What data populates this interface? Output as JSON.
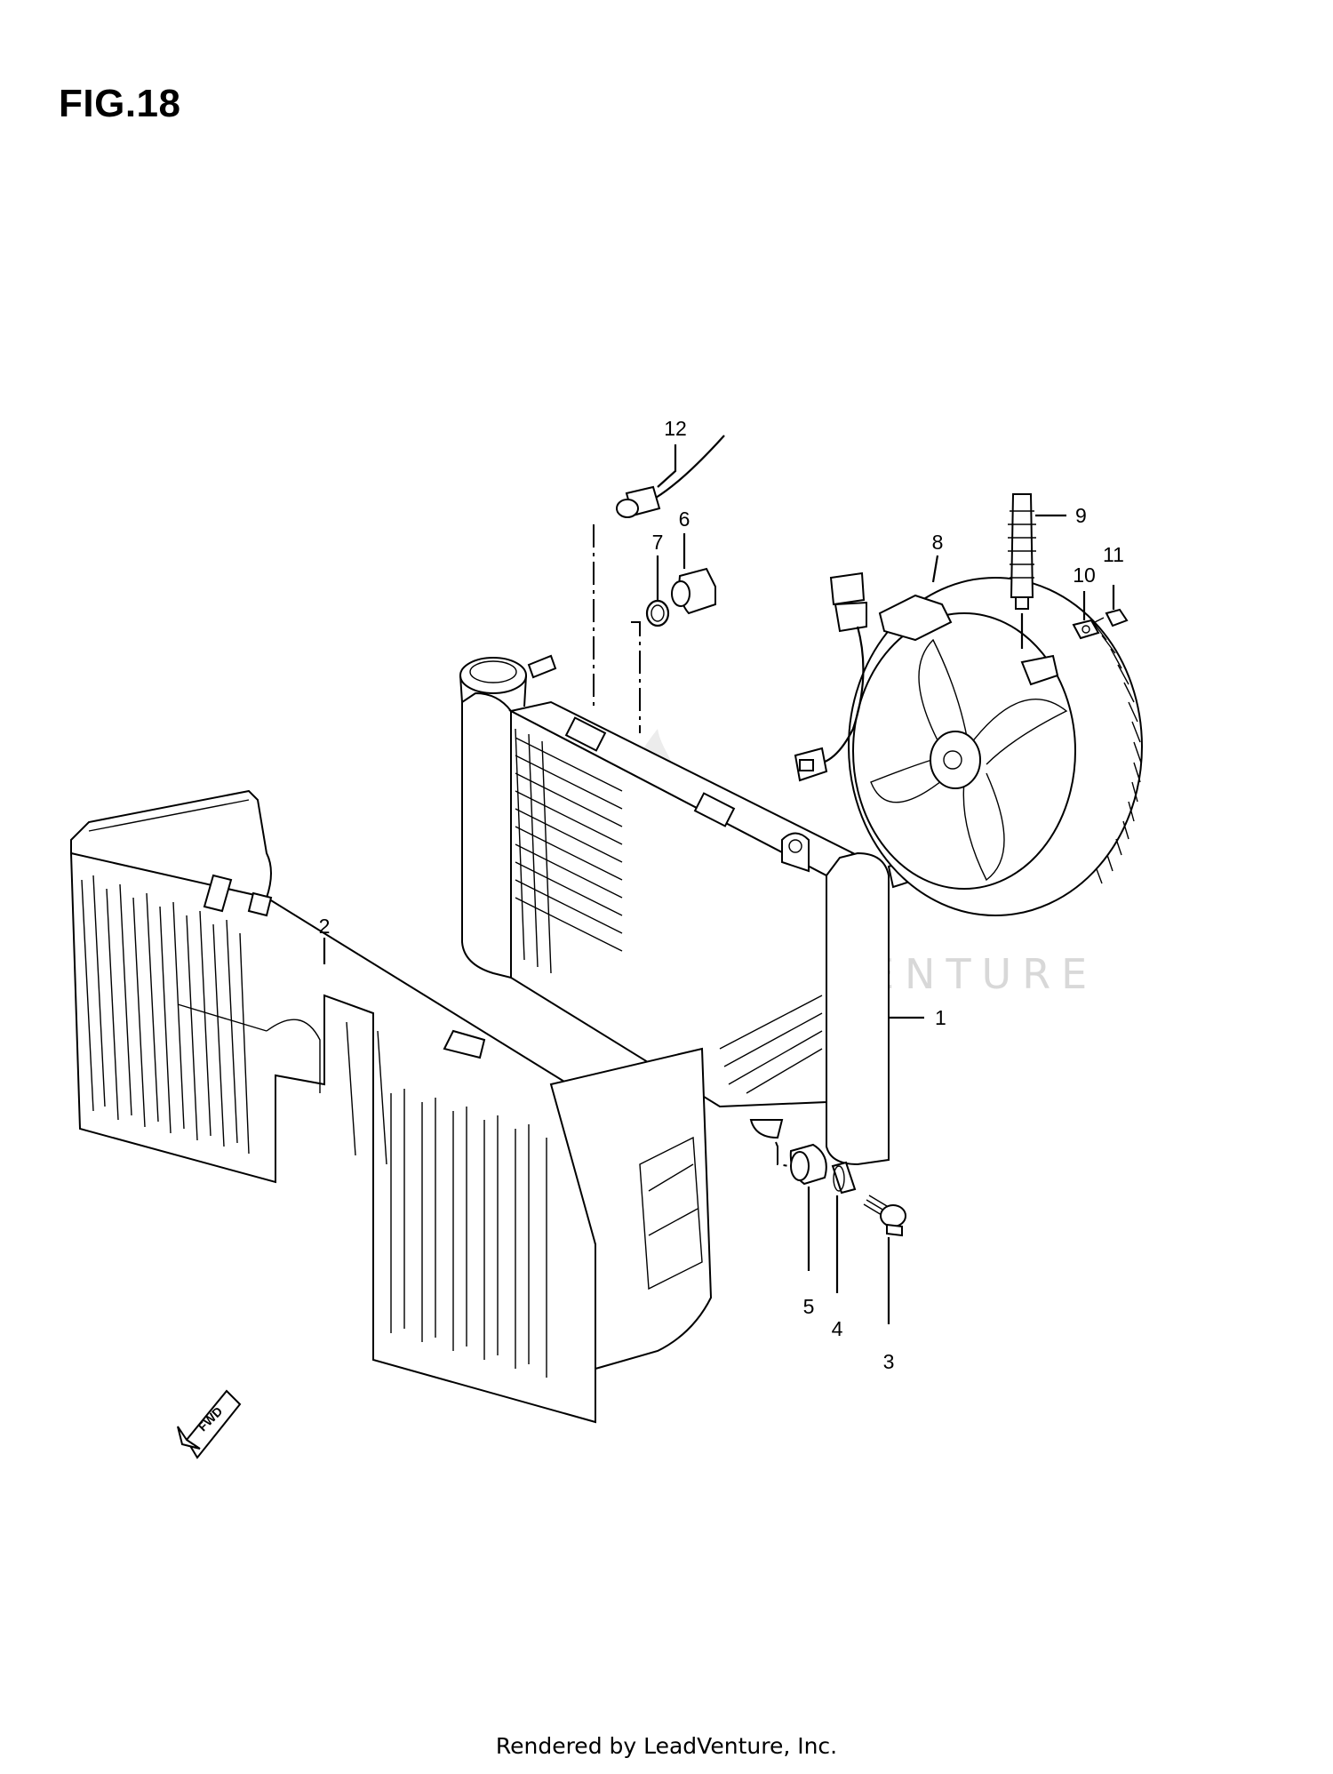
{
  "figure": {
    "title": "FIG.18"
  },
  "watermark": {
    "text": "LEADVENTURE"
  },
  "footer": {
    "text": "Rendered by LeadVenture, Inc."
  },
  "direction_arrow": {
    "text": "FWD"
  },
  "callouts": [
    {
      "id": "1",
      "part": "radiator"
    },
    {
      "id": "2",
      "part": "radiator cover"
    },
    {
      "id": "3",
      "part": "bolt"
    },
    {
      "id": "4",
      "part": "spacer"
    },
    {
      "id": "5",
      "part": "cushion"
    },
    {
      "id": "6",
      "part": "switch"
    },
    {
      "id": "7",
      "part": "o-ring"
    },
    {
      "id": "8",
      "part": "cooling fan"
    },
    {
      "id": "9",
      "part": "boot"
    },
    {
      "id": "10",
      "part": "nut"
    },
    {
      "id": "11",
      "part": "screw"
    },
    {
      "id": "12",
      "part": "sensor"
    }
  ]
}
